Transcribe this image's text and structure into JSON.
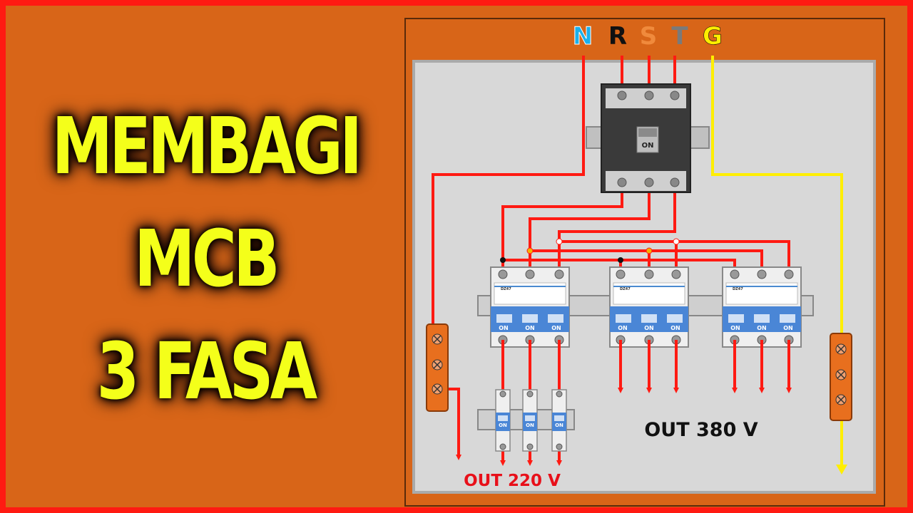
{
  "title": {
    "line1": "MEMBAGI",
    "line2": "MCB",
    "line3": "3 FASA"
  },
  "phases": [
    {
      "label": "N",
      "color": "#1ab0ec"
    },
    {
      "label": "R",
      "color": "#111111"
    },
    {
      "label": "S",
      "color": "#f08a3c"
    },
    {
      "label": "T",
      "color": "#7a7a7a"
    },
    {
      "label": "G",
      "color": "#ffee00"
    }
  ],
  "main_breaker": {
    "switch_label": "ON"
  },
  "mcb_3p": [
    {
      "model": "DZ47",
      "pole_labels": [
        "ON",
        "ON",
        "ON"
      ]
    },
    {
      "model": "DZ47",
      "pole_labels": [
        "ON",
        "ON",
        "ON"
      ]
    },
    {
      "model": "DZ47",
      "pole_labels": [
        "ON",
        "ON",
        "ON"
      ]
    }
  ],
  "mcb_1p": [
    {
      "switch_label": "ON"
    },
    {
      "switch_label": "ON"
    },
    {
      "switch_label": "ON"
    }
  ],
  "outputs": {
    "out_220": "OUT 220 V",
    "out_380": "OUT 380 V"
  },
  "colors": {
    "border": "#ff1a12",
    "background": "#d86518",
    "title": "#f4ff1a",
    "wire_phase": "#ff1a12",
    "wire_ground": "#ffee00",
    "out_220_text": "#e8101a",
    "out_380_text": "#111111"
  }
}
